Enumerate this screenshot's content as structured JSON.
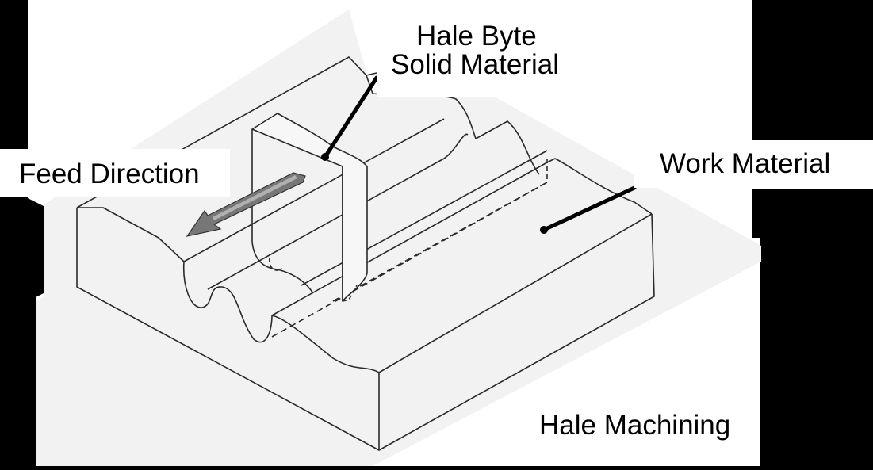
{
  "figure": {
    "caption": "Hale Machining",
    "colors": {
      "background": "#000000",
      "paper": "#ffffff",
      "drawing_fill": "#f2f2f2",
      "line": "#222222",
      "leader": "#000000"
    }
  },
  "labels": {
    "tool_line1": "Hale Byte",
    "tool_line2": "Solid Material",
    "feed": "Feed Direction",
    "work": "Work Material",
    "caption": "Hale Machining"
  },
  "components": [
    {
      "name": "hale-byte-tool",
      "label": "Hale Byte Solid Material"
    },
    {
      "name": "work-material",
      "label": "Work Material"
    },
    {
      "name": "feed-arrow",
      "label": "Feed Direction"
    }
  ]
}
